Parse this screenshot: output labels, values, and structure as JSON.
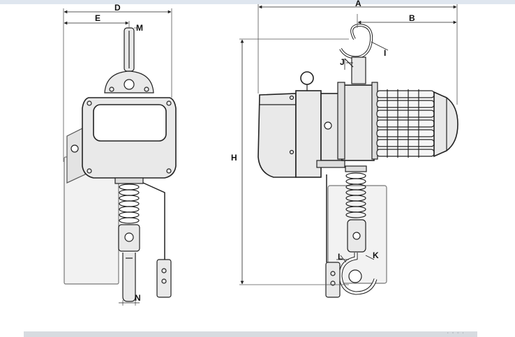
{
  "dimensions": {
    "A": "A",
    "B": "B",
    "D": "D",
    "E": "E",
    "H": "H",
    "I": "I",
    "J": "J",
    "K": "K",
    "L": "L",
    "M": "M",
    "N": "N"
  },
  "footer": {
    "text": "· ◦ ◦ ·"
  },
  "colors": {
    "line": "#222222",
    "housing": "#e9e9e9",
    "chainbag": "#f2f2f2",
    "background": "#ffffff"
  }
}
